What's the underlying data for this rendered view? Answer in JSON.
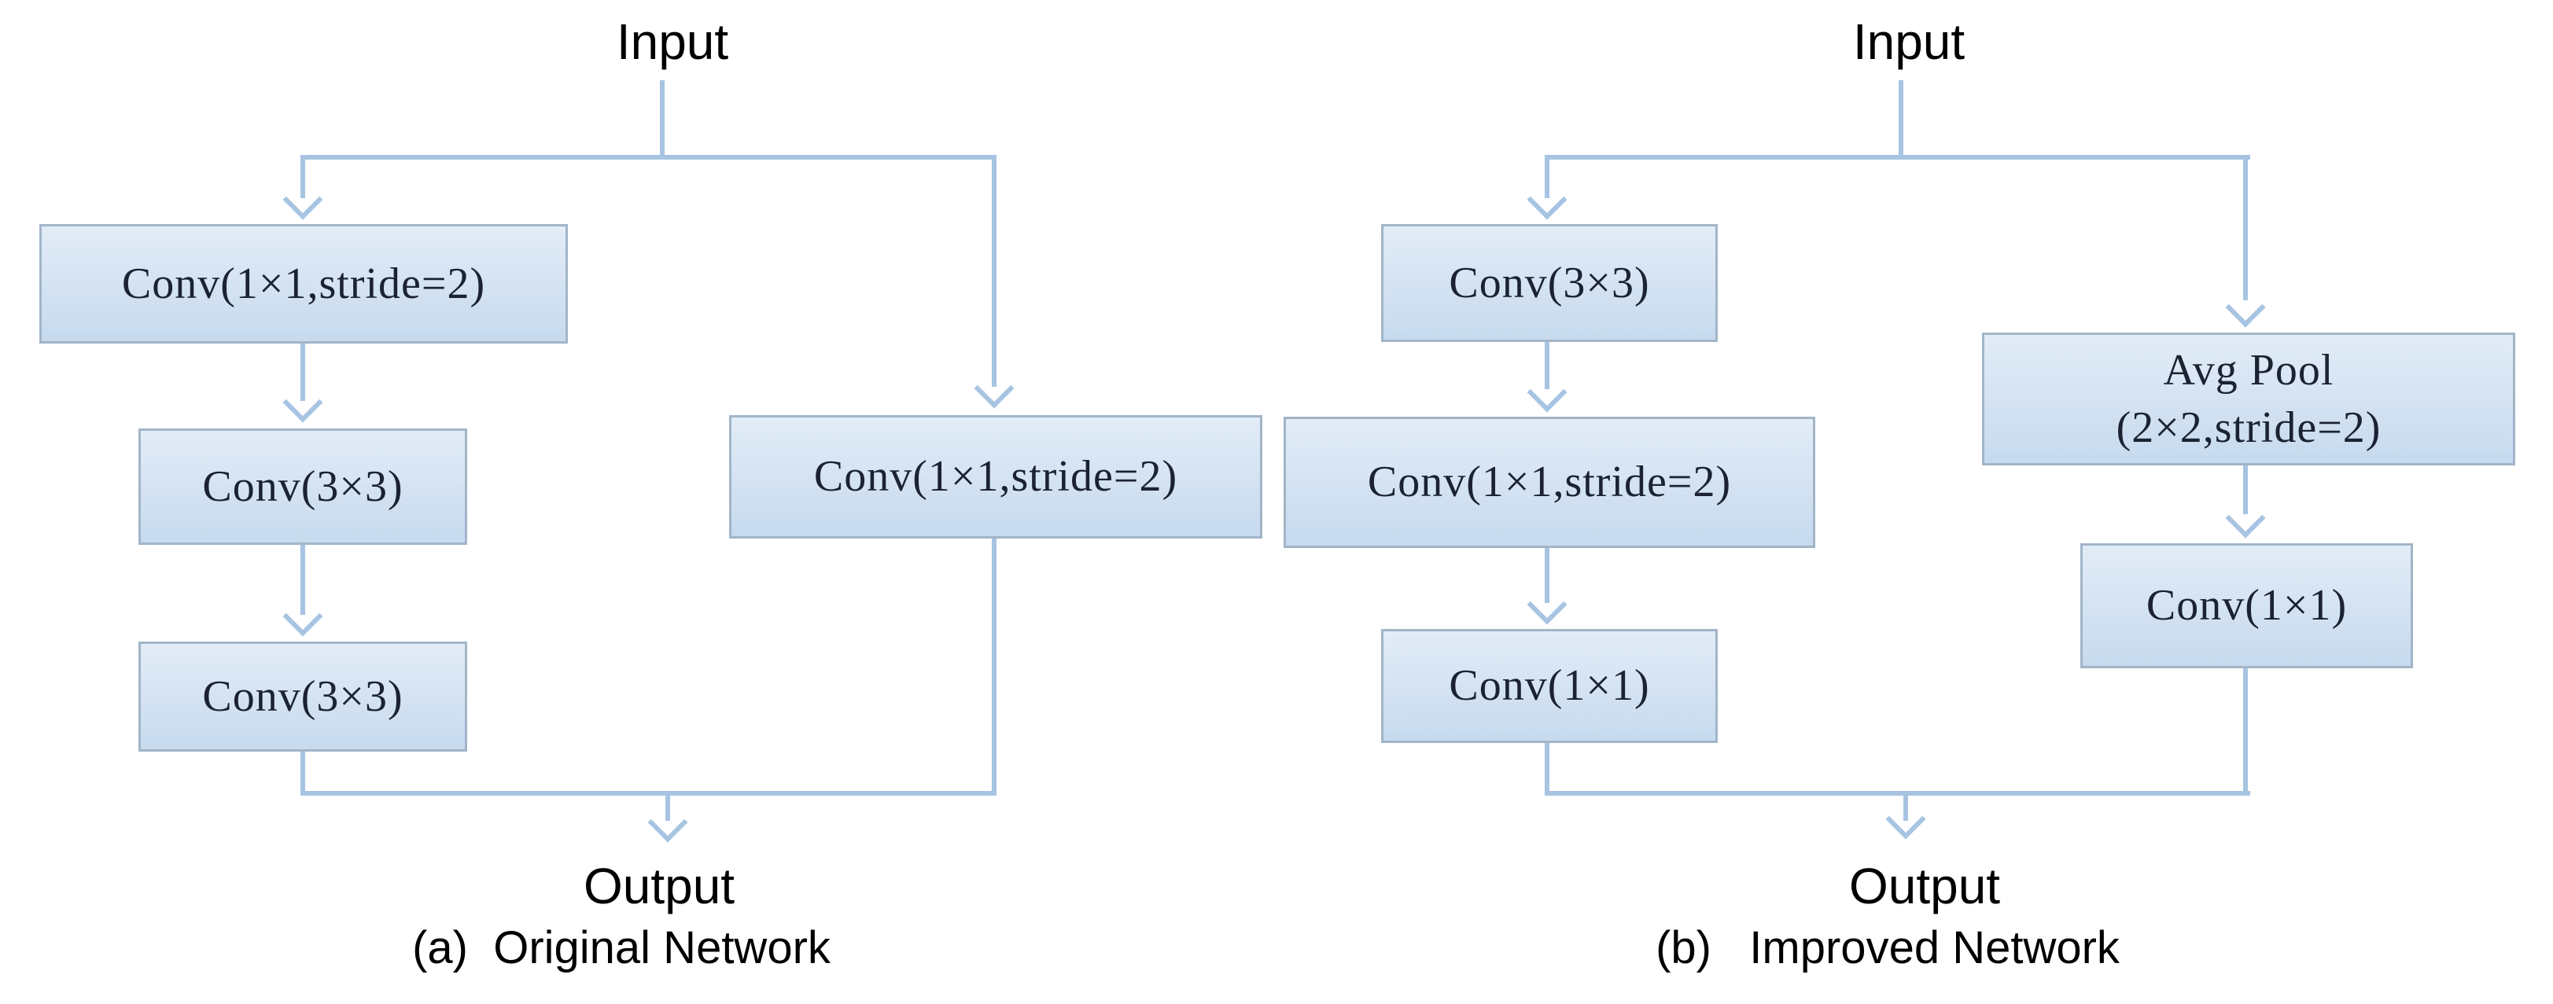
{
  "panel_a": {
    "input_label": "Input",
    "boxes": {
      "conv1": "Conv(1×1,stride=2)",
      "conv2": "Conv(3×3)",
      "conv3": "Conv(3×3)",
      "shortcut_conv": "Conv(1×1,stride=2)"
    },
    "output_label": "Output",
    "caption": "(a)  Original Network"
  },
  "panel_b": {
    "input_label": "Input",
    "boxes": {
      "conv1": "Conv(3×3)",
      "conv2": "Conv(1×1,stride=2)",
      "conv3": "Conv(1×1)",
      "pool_line1": "Avg Pool",
      "pool_line2": "(2×2,stride=2)",
      "shortcut_conv": "Conv(1×1)"
    },
    "output_label": "Output",
    "caption": "(b)   Improved Network"
  },
  "colors": {
    "box_fill_top": "#e2ecf7",
    "box_fill_bottom": "#c7daee",
    "box_border": "#a2b5c8",
    "connector": "#a7c4e2",
    "box_text": "#1b2333",
    "label_text": "#000000"
  }
}
